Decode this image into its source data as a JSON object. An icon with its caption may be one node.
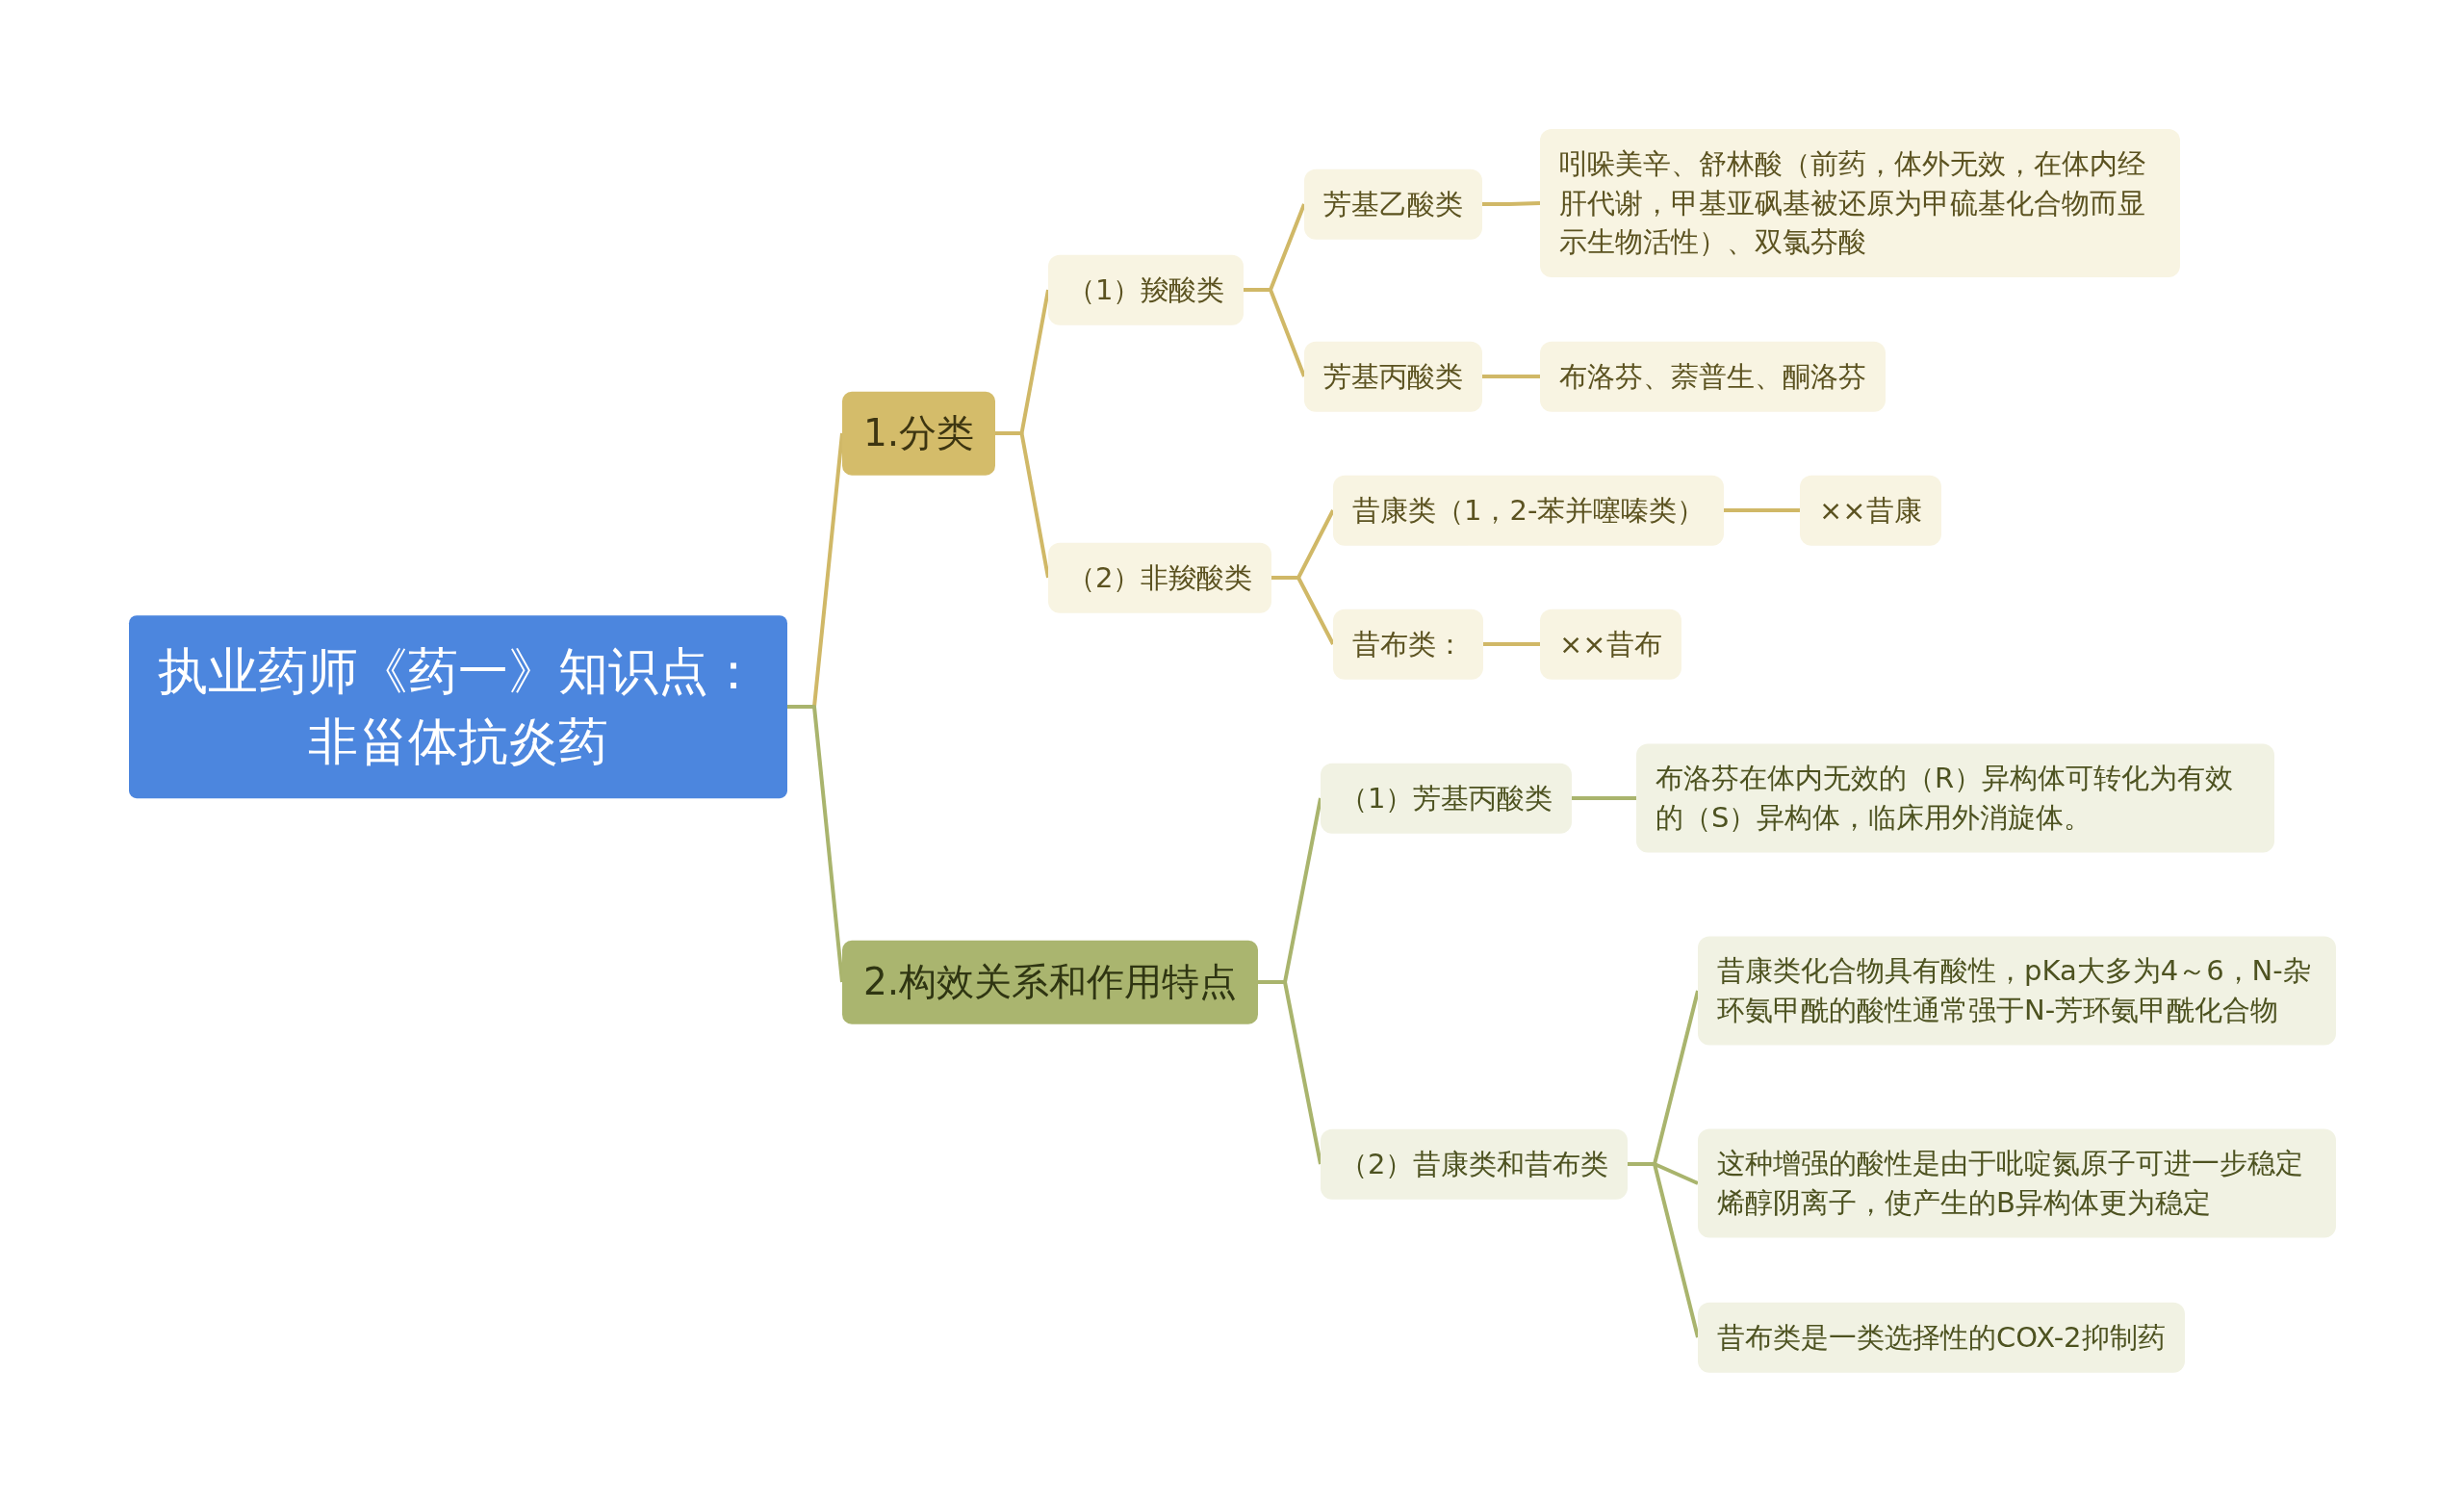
{
  "diagram": {
    "nodes": [
      {
        "text": [
          "执业药师《药一》知识点：非甾体抗炎药"
        ]
      },
      {
        "text": [
          "1.分类"
        ]
      },
      {
        "text": [
          "（1）羧酸类"
        ]
      },
      {
        "text": [
          "芳基乙酸类"
        ]
      },
      {
        "text": [
          "吲哚美辛、舒林酸（前药，体外无效，在体内经肝代谢，甲基亚砜基被还原为甲硫基化合物而显示生物活性）、双氯芬酸"
        ]
      },
      {
        "text": [
          "芳基丙酸类"
        ]
      },
      {
        "text": [
          "布洛芬、萘普生、酮洛芬"
        ]
      },
      {
        "text": [
          "（2）非羧酸类"
        ]
      },
      {
        "text": [
          "昔康类（1，2-苯并噻嗪类）"
        ]
      },
      {
        "text": [
          "××昔康"
        ]
      },
      {
        "text": [
          "昔布类："
        ]
      },
      {
        "text": [
          "××昔布"
        ]
      },
      {
        "text": [
          "2.构效关系和作用特点"
        ]
      },
      {
        "text": [
          "（1）芳基丙酸类"
        ]
      },
      {
        "text": [
          "布洛芬在体内无效的（R）异构体可转化为有效的（S）异构体，临床用外消旋体。"
        ]
      },
      {
        "text": [
          "（2）昔康类和昔布类"
        ]
      },
      {
        "text": [
          "昔康类化合物具有酸性，pKa大多为4～6，N-杂环氨甲酰的酸性通常强于N-芳环氨甲酰化合物"
        ]
      },
      {
        "text": [
          "这种增强的酸性是由于吡啶氮原子可进一步稳定烯醇阴离子，使产生的B异构体更为稳定"
        ]
      },
      {
        "text": [
          "昔布类是一类选择性的COX-2抑制药"
        ]
      }
    ],
    "edges": [
      {
        "from": 0,
        "to": 1,
        "arrow": "none"
      },
      {
        "from": 1,
        "to": 2,
        "arrow": "none"
      },
      {
        "from": 1,
        "to": 7,
        "arrow": "none"
      },
      {
        "from": 2,
        "to": 3,
        "arrow": "none"
      },
      {
        "from": 2,
        "to": 5,
        "arrow": "none"
      },
      {
        "from": 3,
        "to": 4,
        "arrow": "none"
      },
      {
        "from": 5,
        "to": 6,
        "arrow": "none"
      },
      {
        "from": 7,
        "to": 8,
        "arrow": "none"
      },
      {
        "from": 7,
        "to": 10,
        "arrow": "none"
      },
      {
        "from": 8,
        "to": 9,
        "arrow": "none"
      },
      {
        "from": 10,
        "to": 11,
        "arrow": "none"
      },
      {
        "from": 0,
        "to": 12,
        "arrow": "none",
        "color": "#a9b46d"
      },
      {
        "from": 12,
        "to": 13,
        "arrow": "none",
        "color": "#a9b46d"
      },
      {
        "from": 12,
        "to": 15,
        "arrow": "none",
        "color": "#a9b46d"
      },
      {
        "from": 13,
        "to": 14,
        "arrow": "none",
        "color": "#a9b46d"
      },
      {
        "from": 15,
        "to": 16,
        "arrow": "none",
        "color": "#a9b46d"
      },
      {
        "from": 15,
        "to": 17,
        "arrow": "none",
        "color": "#a9b46d"
      },
      {
        "from": 15,
        "to": 18,
        "arrow": "none",
        "color": "#a9b46d"
      }
    ]
  }
}
